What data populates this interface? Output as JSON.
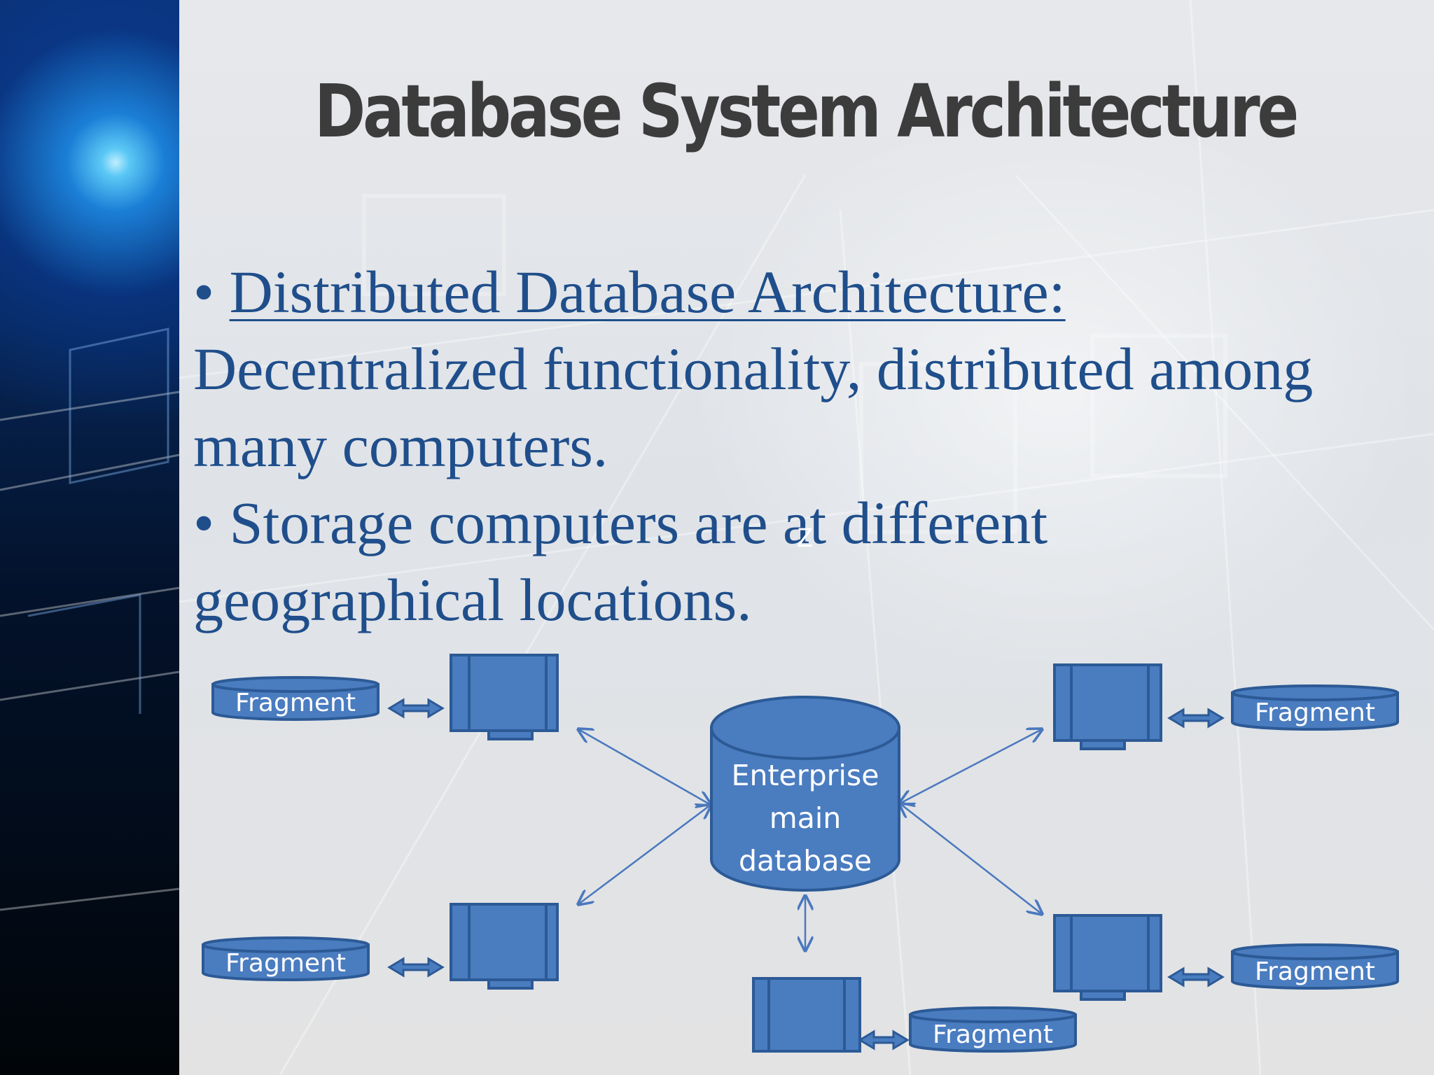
{
  "title": "Database System Architecture",
  "body": {
    "bullet1_heading": "Distributed Database Architecture:",
    "bullet1_line2": "Decentralized functionality, distributed among",
    "bullet1_line3": "many computers.",
    "bullet2_line1": "Storage computers are at different",
    "bullet2_line2": "geographical locations."
  },
  "stray_char": "Z",
  "diagram": {
    "central_db_lines": [
      "Enterprise",
      "main",
      "database"
    ],
    "fragment_label": "Fragment"
  },
  "colors": {
    "shape_fill": "#4a7cc0",
    "shape_stroke": "#2c5a96",
    "arrow": "#4a78bd",
    "title_text": "#3c3c3c",
    "body_text": "#1f4e8b"
  }
}
